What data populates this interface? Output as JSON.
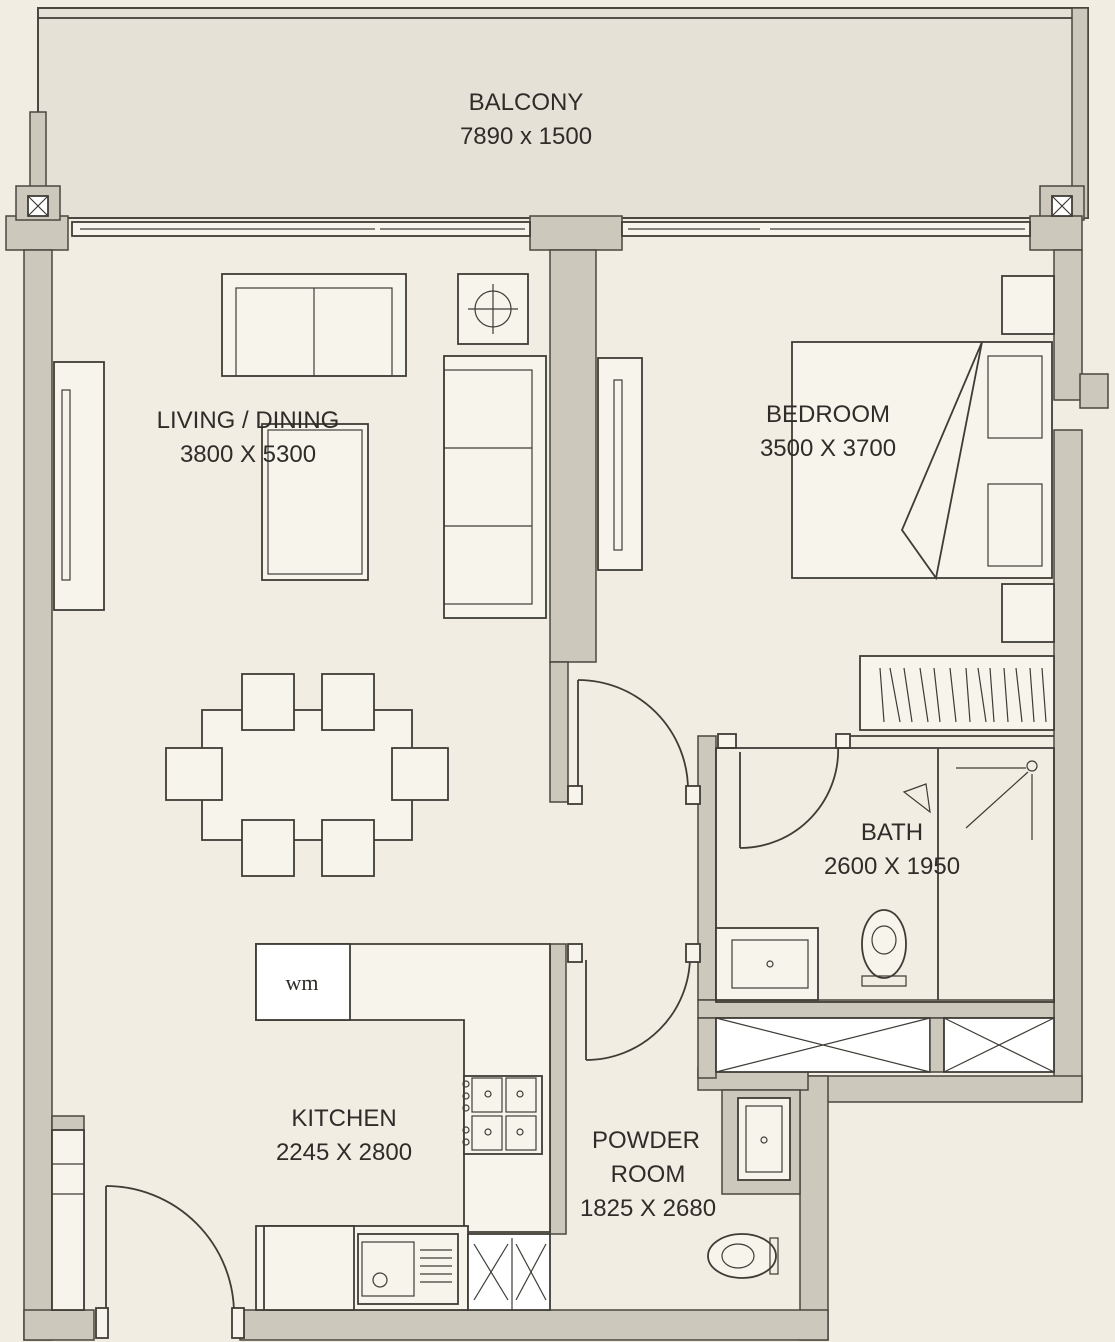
{
  "rooms": {
    "balcony": {
      "name": "BALCONY",
      "size": "7890 x 1500"
    },
    "living_dining": {
      "name": "LIVING / DINING",
      "size": "3800 X 5300"
    },
    "bedroom": {
      "name": "BEDROOM",
      "size": "3500 X 3700"
    },
    "bath": {
      "name": "BATH",
      "size": "2600 X 1950"
    },
    "kitchen": {
      "name": "KITCHEN",
      "size": "2245 X 2800"
    },
    "powder_room": {
      "name_line1": "POWDER",
      "name_line2": "ROOM",
      "size": "1825 X 2680"
    }
  },
  "appliances": {
    "washing_machine": "wm"
  },
  "colors": {
    "wall": "#cdc8bc",
    "floor": "#f1ede3",
    "line": "#3f3c36"
  }
}
